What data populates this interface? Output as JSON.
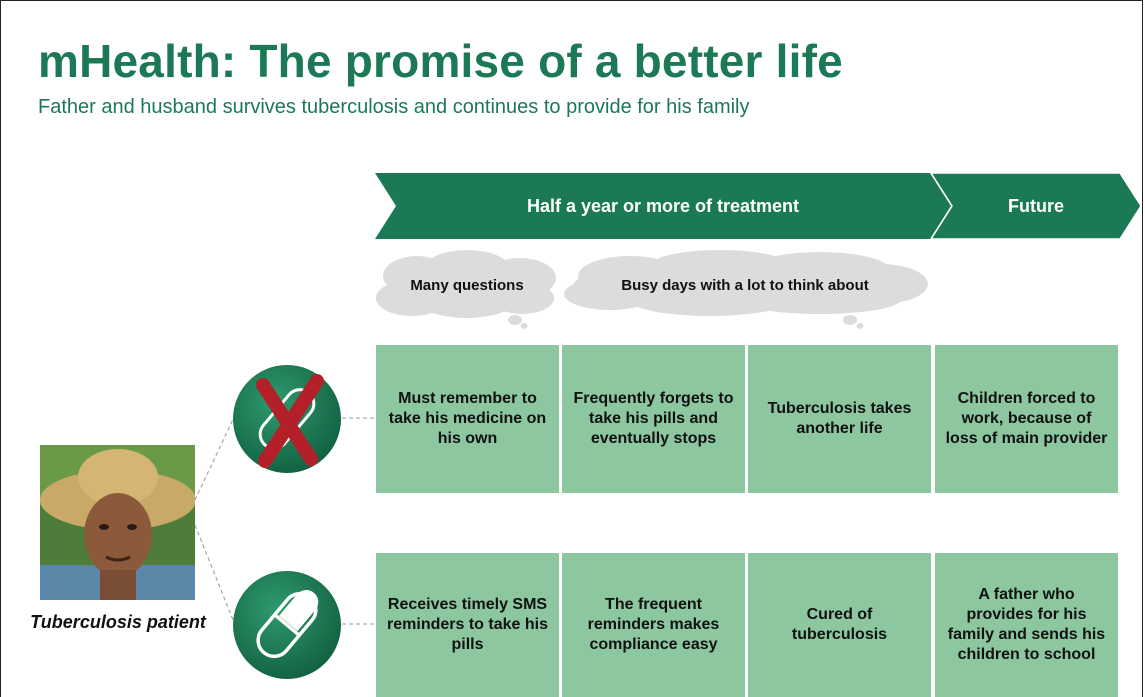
{
  "header": {
    "title": "mHealth: The promise of a better life",
    "subtitle": "Father and husband survives tuberculosis and continues to provide for his family"
  },
  "timeline": {
    "phase_treatment": "Half a year or more of treatment",
    "phase_future": "Future"
  },
  "thoughts": {
    "cloud_1": "Many questions",
    "cloud_2": "Busy days with a lot to think about"
  },
  "patient": {
    "label": "Tuberculosis patient"
  },
  "scenario_without": {
    "icon": "crossed-out-pill-icon",
    "cells": [
      "Must remember to take his medicine on his own",
      "Frequently forgets to take his pills and eventually stops",
      "Tuberculosis takes another life",
      "Children forced to work, because of loss of main provider"
    ]
  },
  "scenario_with": {
    "icon": "pill-icon",
    "cells": [
      "Receives timely SMS reminders to take his pills",
      "The frequent reminders makes compliance easy",
      "Cured of tuberculosis",
      "A father who provides for his family and sends his children to school"
    ]
  },
  "colors": {
    "brand_green": "#1b7a55",
    "cell_green": "#8cc7a0",
    "cloud_grey": "#dcdcdc",
    "cross_red": "#b3202a"
  }
}
